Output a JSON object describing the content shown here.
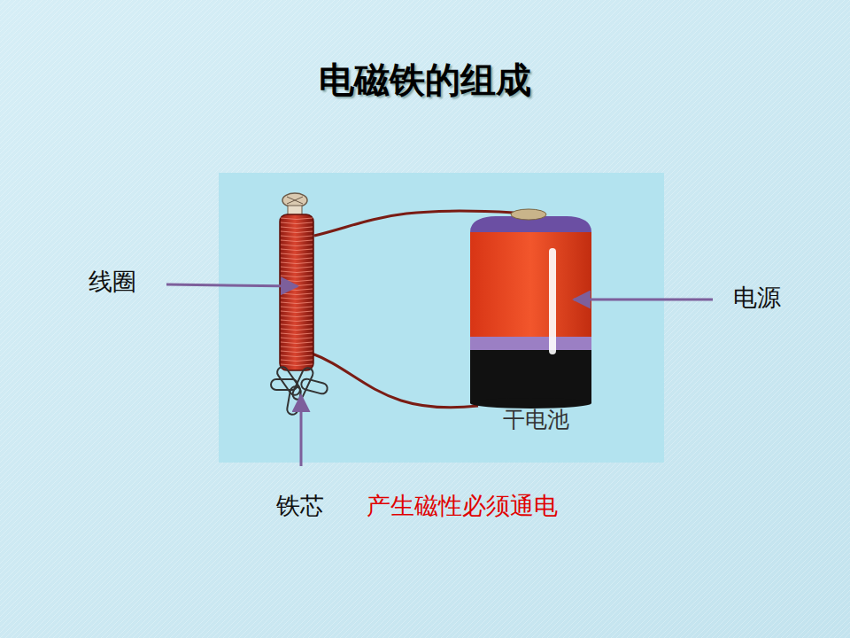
{
  "diagram": {
    "title": "电磁铁的组成",
    "labels": [
      "线圈",
      "电源",
      "干电池",
      "铁芯",
      "产生磁性必须通电"
    ]
  }
}
